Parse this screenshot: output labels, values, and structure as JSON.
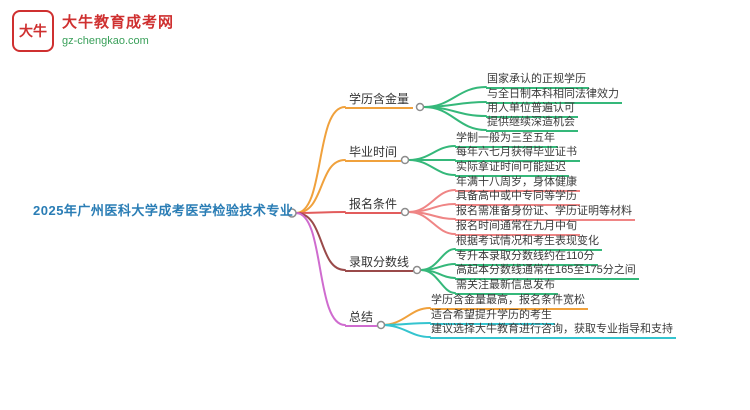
{
  "site": {
    "logo_text": "大牛",
    "name": "大牛教育成考网",
    "domain": "gz-chengkao.com"
  },
  "root": {
    "label": "2025年广州医科大学成考医学检验技术专业",
    "color": "#2a7db5"
  },
  "colors": {
    "brand_red": "#cf3030",
    "brand_green": "#3aa05a",
    "branch_orange": "#f0a13c",
    "branch_red": "#e25c5c",
    "branch_maroon": "#9a4a4a",
    "branch_magenta": "#cf6ccf",
    "leaf_green": "#35b87a",
    "leaf_pink": "#ef8585",
    "leaf_cyan": "#35c4cf"
  },
  "branches": [
    {
      "label": "学历含金量",
      "color": "#f0a13c",
      "children": [
        {
          "text": "国家承认的正规学历",
          "color": "#35b87a"
        },
        {
          "text": "与全日制本科相同法律效力",
          "color": "#35b87a"
        },
        {
          "text": "用人单位普遍认可",
          "color": "#35b87a"
        },
        {
          "text": "提供继续深造机会",
          "color": "#35b87a"
        }
      ]
    },
    {
      "label": "毕业时间",
      "color": "#f0a13c",
      "children": [
        {
          "text": "学制一般为三至五年",
          "color": "#35b87a"
        },
        {
          "text": "每年六七月获得毕业证书",
          "color": "#35b87a"
        },
        {
          "text": "实际拿证时间可能延迟",
          "color": "#35b87a"
        }
      ]
    },
    {
      "label": "报名条件",
      "color": "#e25c5c",
      "children": [
        {
          "text": "年满十八周岁，身体健康",
          "color": "#ef8585"
        },
        {
          "text": "具备高中或中专同等学历",
          "color": "#ef8585"
        },
        {
          "text": "报名需准备身份证、学历证明等材料",
          "color": "#ef8585"
        },
        {
          "text": "报名时间通常在九月中旬",
          "color": "#ef8585"
        }
      ]
    },
    {
      "label": "录取分数线",
      "color": "#9a4a4a",
      "children": [
        {
          "text": "根据考试情况和考生表现变化",
          "color": "#35b87a"
        },
        {
          "text": "专升本录取分数线约在110分",
          "color": "#35b87a"
        },
        {
          "text": "高起本分数线通常在165至175分之间",
          "color": "#35b87a"
        },
        {
          "text": "需关注最新信息发布",
          "color": "#35b87a"
        }
      ]
    },
    {
      "label": "总结",
      "color": "#cf6ccf",
      "children": [
        {
          "text": "学历含金量最高，报名条件宽松",
          "color": "#f0a13c"
        },
        {
          "text": "适合希望提升学历的考生",
          "color": "#35c4cf"
        },
        {
          "text": "建议选择大牛教育进行咨询，获取专业指导和支持",
          "color": "#35c4cf"
        }
      ]
    }
  ]
}
